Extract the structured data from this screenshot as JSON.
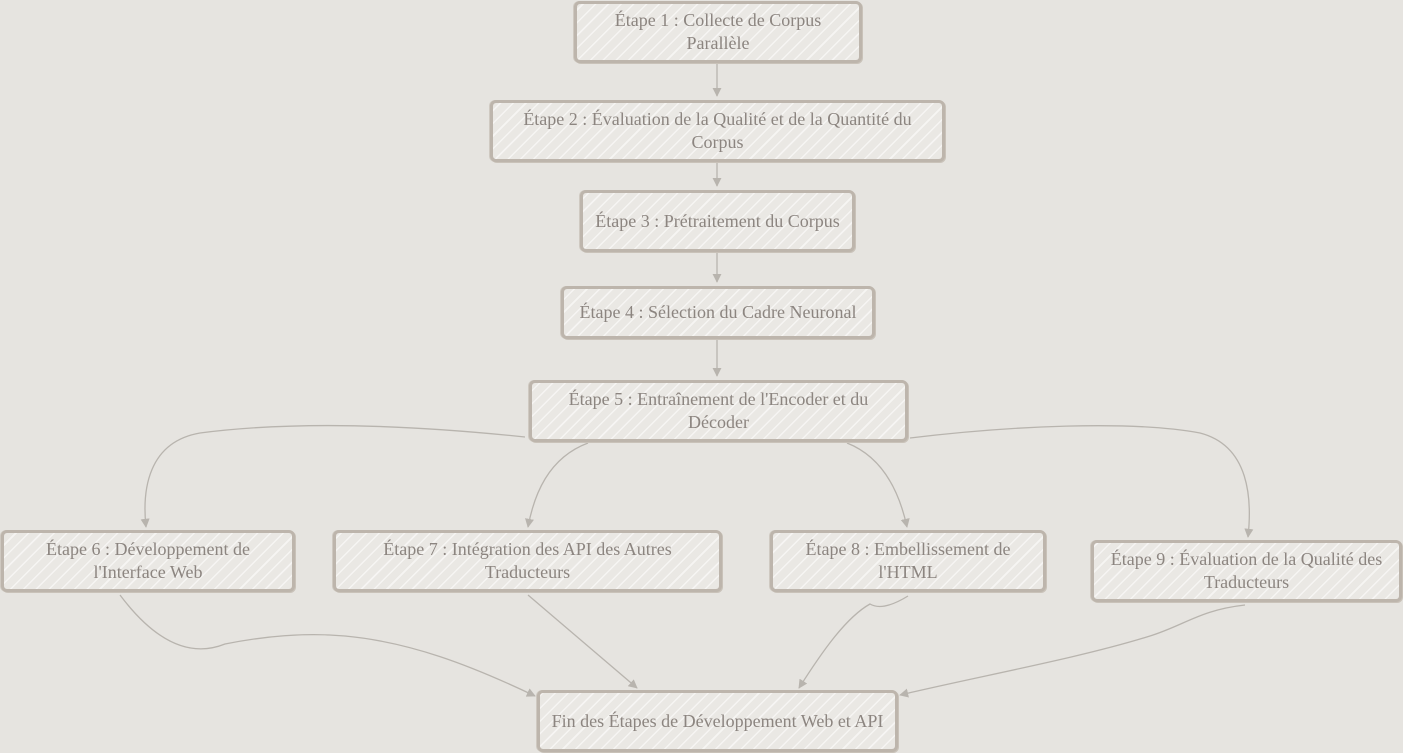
{
  "nodes": [
    {
      "id": "step1",
      "label": "Étape 1 : Collecte de Corpus Parallèle"
    },
    {
      "id": "step2",
      "label": "Étape 2 : Évaluation de la Qualité et de la Quantité du Corpus"
    },
    {
      "id": "step3",
      "label": "Étape 3 : Prétraitement du Corpus"
    },
    {
      "id": "step4",
      "label": "Étape 4 : Sélection du Cadre Neuronal"
    },
    {
      "id": "step5",
      "label": "Étape 5 : Entraînement de l'Encoder et du Décoder"
    },
    {
      "id": "step6",
      "label": "Étape 6 : Développement de l'Interface Web"
    },
    {
      "id": "step7",
      "label": "Étape 7 : Intégration des API des Autres Traducteurs"
    },
    {
      "id": "step8",
      "label": "Étape 8 : Embellissement de l'HTML"
    },
    {
      "id": "step9",
      "label": "Étape 9 : Évaluation de la Qualité des Traducteurs"
    },
    {
      "id": "end",
      "label": "Fin des Étapes de Développement Web et API"
    }
  ],
  "edges": [
    {
      "from": "step1",
      "to": "step2"
    },
    {
      "from": "step2",
      "to": "step3"
    },
    {
      "from": "step3",
      "to": "step4"
    },
    {
      "from": "step4",
      "to": "step5"
    },
    {
      "from": "step5",
      "to": "step6"
    },
    {
      "from": "step5",
      "to": "step7"
    },
    {
      "from": "step5",
      "to": "step8"
    },
    {
      "from": "step5",
      "to": "step9"
    },
    {
      "from": "step6",
      "to": "end"
    },
    {
      "from": "step7",
      "to": "end"
    },
    {
      "from": "step8",
      "to": "end"
    },
    {
      "from": "step9",
      "to": "end"
    }
  ],
  "colors": {
    "background": "#e6e4e0",
    "node_border": "#bdb5ac",
    "edge": "#b8b4ae",
    "text": "#8c8580"
  }
}
